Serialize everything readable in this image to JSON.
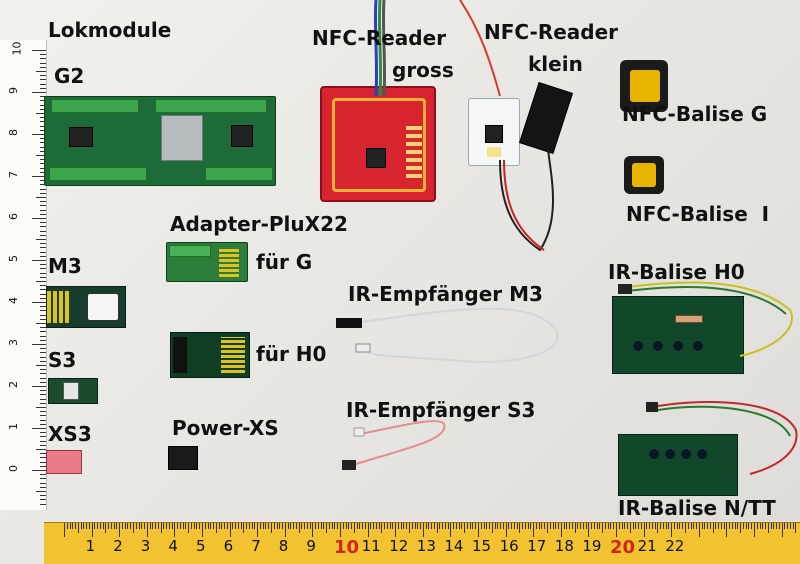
{
  "labels": {
    "lokmodule": "Lokmodule",
    "g2": "G2",
    "m3": "M3",
    "s3": "S3",
    "xs3": "XS3",
    "adapter": "Adapter-PluX22",
    "fuer_g": "für G",
    "fuer_h0": "für H0",
    "power_xs": "Power-XS",
    "nfc_reader_gross_1": "NFC-Reader",
    "nfc_reader_gross_2": "gross",
    "nfc_reader_klein_1": "NFC-Reader",
    "nfc_reader_klein_2": "klein",
    "nfc_balise_g": "NFC-Balise G",
    "nfc_balise_i": "NFC-Balise  I",
    "ir_empfaenger_m3": "IR-Empfänger M3",
    "ir_empfaenger_s3": "IR-Empfänger S3",
    "ir_balise_h0": "IR-Balise H0",
    "ir_balise_ntt": "IR-Balise N/TT"
  },
  "ruler_bottom": {
    "numbers": [
      "1",
      "2",
      "3",
      "4",
      "5",
      "6",
      "7",
      "8",
      "9",
      "10",
      "11",
      "12",
      "13",
      "14",
      "15",
      "16",
      "17",
      "18",
      "19",
      "20",
      "21",
      "22"
    ],
    "red_numbers": [
      "10",
      "20"
    ]
  },
  "ruler_left": {
    "numbers": [
      "10",
      "9",
      "8",
      "7",
      "6",
      "5",
      "4",
      "3",
      "2",
      "1",
      "0"
    ]
  },
  "colors": {
    "pcb_green": "#1e6b3a",
    "nfc_red": "#d8242f",
    "ruler_yellow": "#f2c230"
  }
}
